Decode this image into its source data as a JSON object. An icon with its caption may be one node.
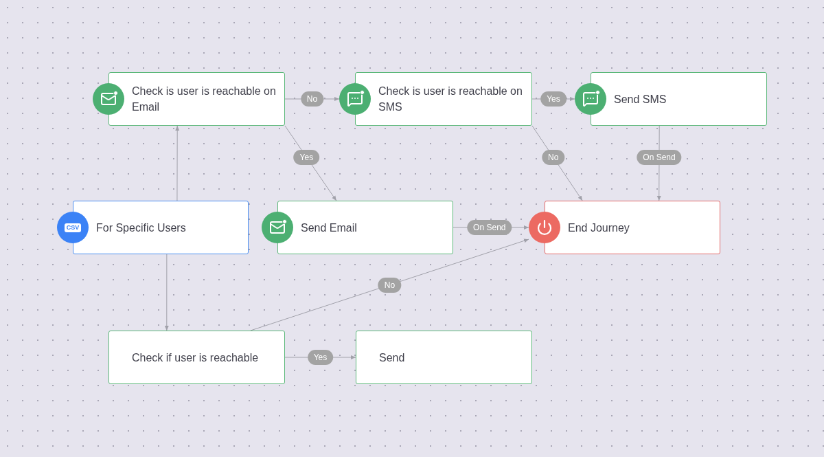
{
  "diagram": {
    "nodes": [
      {
        "text": [
          "Check is user is reachable on Email"
        ]
      },
      {
        "text": [
          "Check is user is reachable on SMS"
        ]
      },
      {
        "text": [
          "Send SMS"
        ]
      },
      {
        "text": [
          "For Specific Users"
        ]
      },
      {
        "text": [
          "Send Email"
        ]
      },
      {
        "text": [
          "End Journey"
        ]
      },
      {
        "text": [
          "Check if user is reachable"
        ]
      },
      {
        "text": [
          "Send"
        ]
      }
    ],
    "edges": [
      {
        "from": 0,
        "to": 1,
        "arrow": "to",
        "label": "No"
      },
      {
        "from": 1,
        "to": 2,
        "arrow": "to",
        "label": "Yes"
      },
      {
        "from": 0,
        "to": 4,
        "arrow": "to",
        "label": "Yes"
      },
      {
        "from": 1,
        "to": 5,
        "arrow": "to",
        "label": "No"
      },
      {
        "from": 2,
        "to": 5,
        "arrow": "to",
        "label": "On Send"
      },
      {
        "from": 3,
        "to": 0,
        "arrow": "to"
      },
      {
        "from": 4,
        "to": 5,
        "arrow": "to",
        "label": "On Send"
      },
      {
        "from": 3,
        "to": 6,
        "arrow": "to"
      },
      {
        "from": 6,
        "to": 5,
        "arrow": "to",
        "label": "No"
      },
      {
        "from": 6,
        "to": 7,
        "arrow": "to",
        "label": "Yes"
      }
    ],
    "labels": [
      "CSV"
    ]
  }
}
